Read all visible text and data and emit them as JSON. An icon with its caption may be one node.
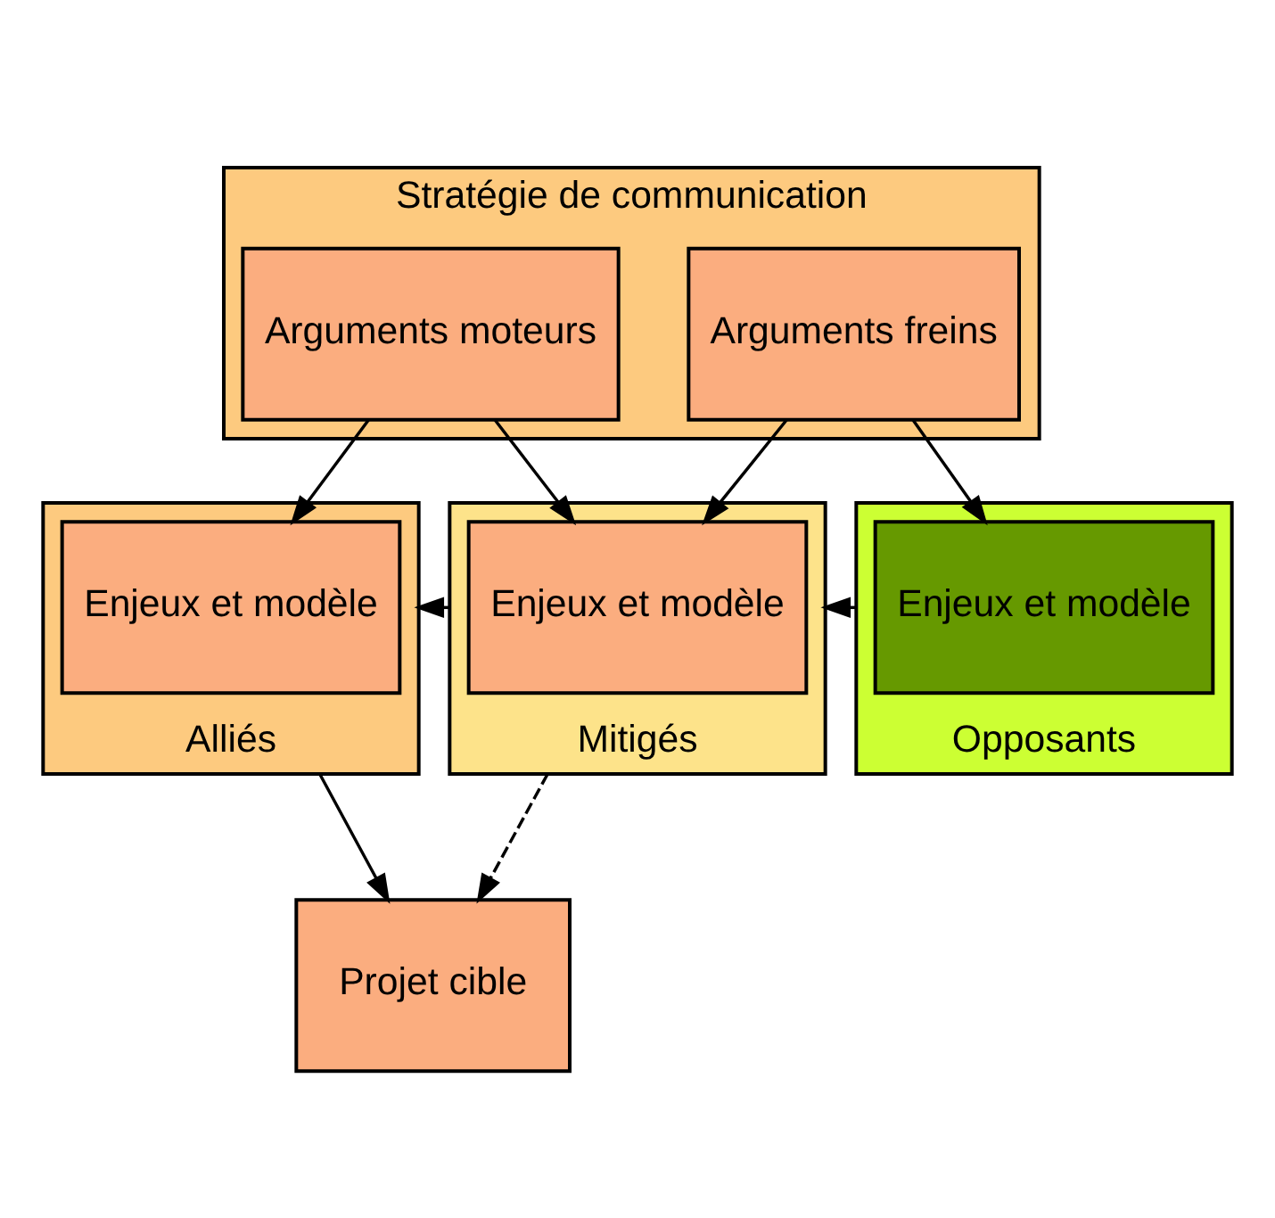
{
  "diagram": {
    "nodes": [
      {
        "text": [
          "Stratégie de communication"
        ]
      },
      {
        "text": [
          "Arguments moteurs"
        ],
        "in": 0
      },
      {
        "text": [
          "Arguments freins"
        ],
        "in": 0
      },
      {
        "text": [
          "Alliés"
        ]
      },
      {
        "text": [
          "Enjeux et modèle"
        ],
        "in": 3
      },
      {
        "text": [
          "Mitigés"
        ]
      },
      {
        "text": [
          "Enjeux et modèle"
        ],
        "in": 5
      },
      {
        "text": [
          "Opposants"
        ]
      },
      {
        "text": [
          "Enjeux et modèle"
        ],
        "in": 7
      },
      {
        "text": [
          "Projet cible"
        ]
      }
    ],
    "edges": [
      {
        "from": 1,
        "to": 4,
        "arrow": "to"
      },
      {
        "from": 1,
        "to": 6,
        "arrow": "to"
      },
      {
        "from": 2,
        "to": 6,
        "arrow": "to"
      },
      {
        "from": 2,
        "to": 8,
        "arrow": "to"
      },
      {
        "from": 5,
        "to": 3,
        "arrow": "to"
      },
      {
        "from": 7,
        "to": 5,
        "arrow": "to"
      },
      {
        "from": 3,
        "to": 9,
        "arrow": "to"
      },
      {
        "from": 5,
        "to": 9,
        "arrow": "to",
        "style": "dashed"
      }
    ]
  }
}
